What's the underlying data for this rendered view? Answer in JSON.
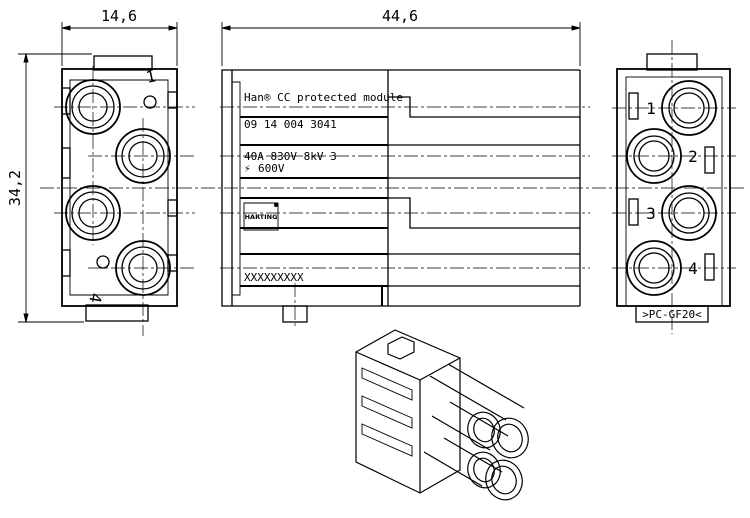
{
  "dimensions": {
    "width_front": "14,6",
    "height": "34,2",
    "length": "44,6"
  },
  "side_labels": {
    "product_name": "Han® CC protected module",
    "part_number": "09 14 004 3041",
    "rating": "40A 830V 8kV 3",
    "ul_rating": "600V",
    "brand": "HARTING",
    "serial": "XXXXXXXXX"
  },
  "front_view": {
    "markings": [
      "1",
      "4"
    ]
  },
  "rear_view": {
    "pins": [
      "1",
      "2",
      "3",
      "4"
    ],
    "material": ">PC-GF20<"
  }
}
